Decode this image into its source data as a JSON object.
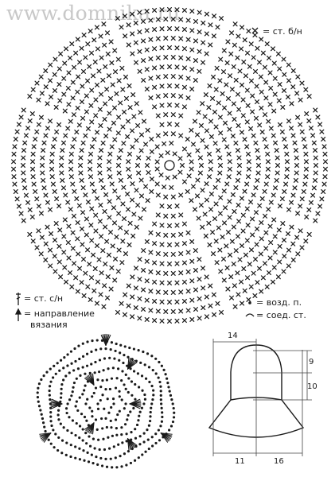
{
  "watermark": "www.domnika.ru",
  "legend": {
    "sc": "= ст. б/н",
    "dc": "= ст. с/н",
    "direction_1": "= направление",
    "direction_2": "вязания",
    "chain": "= возд. п.",
    "slip": "= соед. ст."
  },
  "crown": {
    "wedges": 8,
    "rounds": 16
  },
  "brim_rounds": 7,
  "dimensions": {
    "top_width": "14",
    "crown_height": "9",
    "side_height": "10",
    "brim_left": "11",
    "brim_right": "16"
  }
}
